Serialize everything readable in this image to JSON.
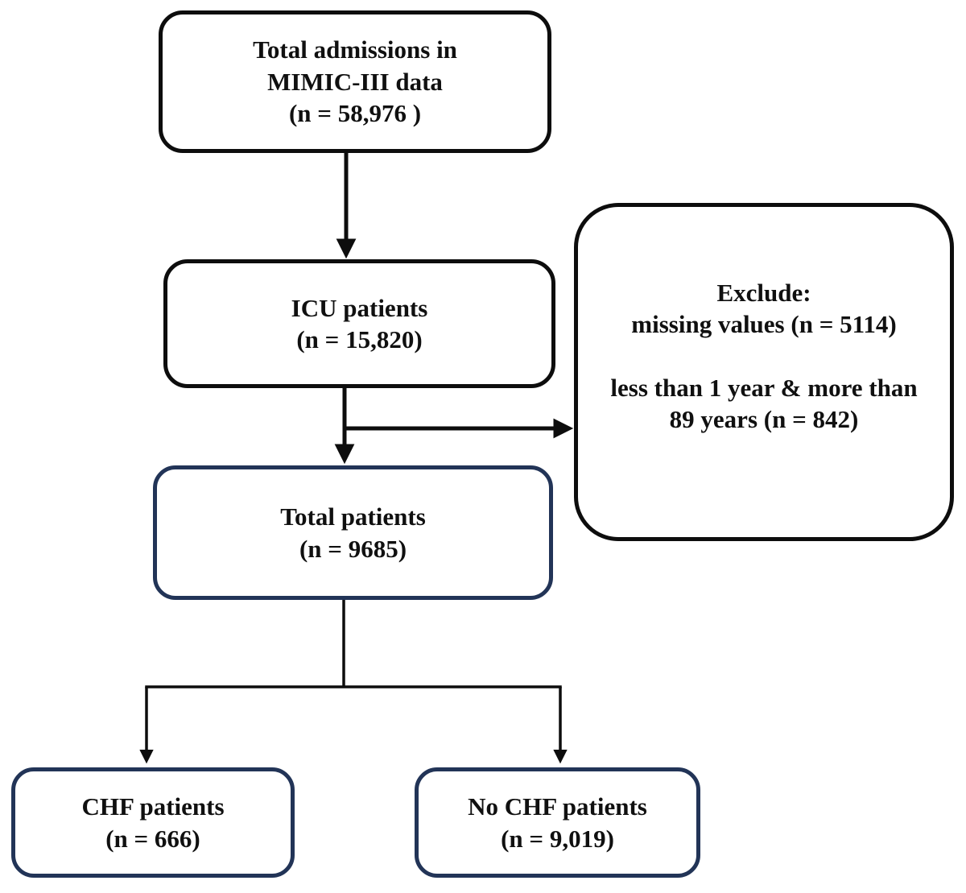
{
  "diagram": {
    "nodes": {
      "total_admissions": {
        "text": "Total admissions in\nMIMIC-III data\n(n = 58,976 )"
      },
      "icu_patients": {
        "text": "ICU patients\n(n = 15,820)"
      },
      "exclude": {
        "text": "Exclude:\nmissing values (n = 5114)\n\nless than 1 year & more than\n89 years (n = 842)"
      },
      "total_patients": {
        "text": "Total patients\n(n = 9685)"
      },
      "chf_patients": {
        "text": "CHF patients\n(n = 666)"
      },
      "no_chf_patients": {
        "text": "No CHF patients\n(n = 9,019)"
      }
    },
    "colors": {
      "box_border_black": "#0d0d0d",
      "box_border_navy": "#223457",
      "text": "#101010",
      "background": "#ffffff",
      "arrow": "#0d0d0d"
    }
  }
}
